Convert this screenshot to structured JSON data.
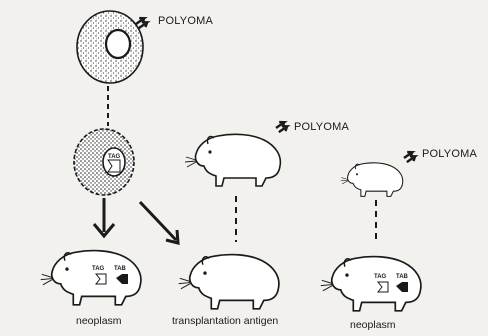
{
  "labels": {
    "polyoma": "POLYOMA",
    "tag": "TAG",
    "tab": "TAB"
  },
  "captions": {
    "left": "neoplasm",
    "middle": "transplantation antigen",
    "right": "neoplasm"
  },
  "colors": {
    "background": "#f2f1ee",
    "ink": "#1a1a1a"
  },
  "icons": [
    "cell-icon",
    "virus-arrow-icon",
    "transformed-cell-icon",
    "hamster-icon",
    "down-arrow-icon",
    "dashed-connector"
  ]
}
